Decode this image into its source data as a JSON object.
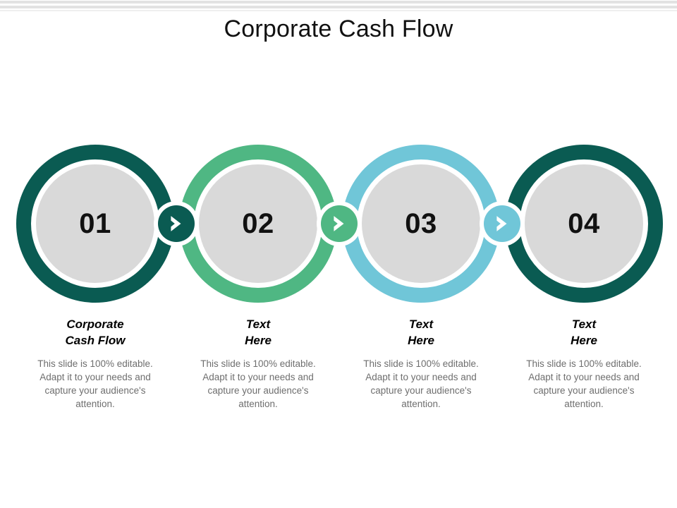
{
  "slide": {
    "title": "Corporate Cash Flow",
    "background": "#ffffff"
  },
  "palette": {
    "dark_teal": "#0A5B52",
    "green": "#4FB783",
    "light_blue": "#70C6D8",
    "core_gray": "#D9D9D9",
    "body_text_gray": "#6E6E6E",
    "heading_black": "#000000",
    "top_rule_gray": "#E2E2E2"
  },
  "steps": [
    {
      "number": "01",
      "ring_color": "#0A5B52",
      "heading": "Corporate\nCash Flow",
      "body": "This slide is 100% editable. Adapt it to your needs and capture your audience's attention."
    },
    {
      "number": "02",
      "ring_color": "#4FB783",
      "heading": "Text\nHere",
      "body": "This slide is 100% editable. Adapt it to your needs and capture your audience's attention."
    },
    {
      "number": "03",
      "ring_color": "#70C6D8",
      "heading": "Text\nHere",
      "body": "This slide is 100% editable. Adapt it to your needs and capture your audience's attention."
    },
    {
      "number": "04",
      "ring_color": "#0A5B52",
      "heading": "Text\nHere",
      "body": "This slide is 100% editable. Adapt it to your needs and capture your audience's attention."
    }
  ],
  "connectors": [
    {
      "icon": "chevron-right-icon",
      "color": "#0A5B52"
    },
    {
      "icon": "chevron-right-icon",
      "color": "#4FB783"
    },
    {
      "icon": "chevron-right-icon",
      "color": "#70C6D8"
    }
  ]
}
